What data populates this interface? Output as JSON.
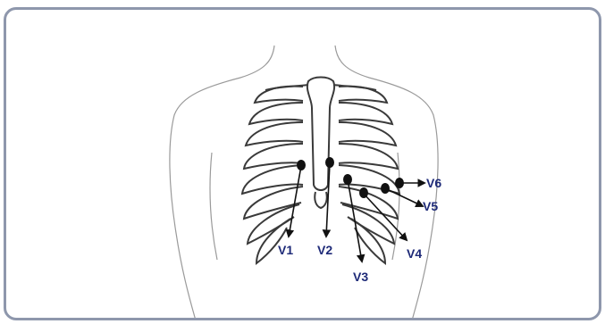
{
  "leads": [
    {
      "id": "v1",
      "label": "V1"
    },
    {
      "id": "v2",
      "label": "V2"
    },
    {
      "id": "v3",
      "label": "V3"
    },
    {
      "id": "v4",
      "label": "V4"
    },
    {
      "id": "v5",
      "label": "V5"
    },
    {
      "id": "v6",
      "label": "V6"
    }
  ],
  "colors": {
    "frame_border": "#8e97ac",
    "label_text": "#1e2a78",
    "sketch_line": "#3a3a3a",
    "electrode_fill": "#111111"
  }
}
